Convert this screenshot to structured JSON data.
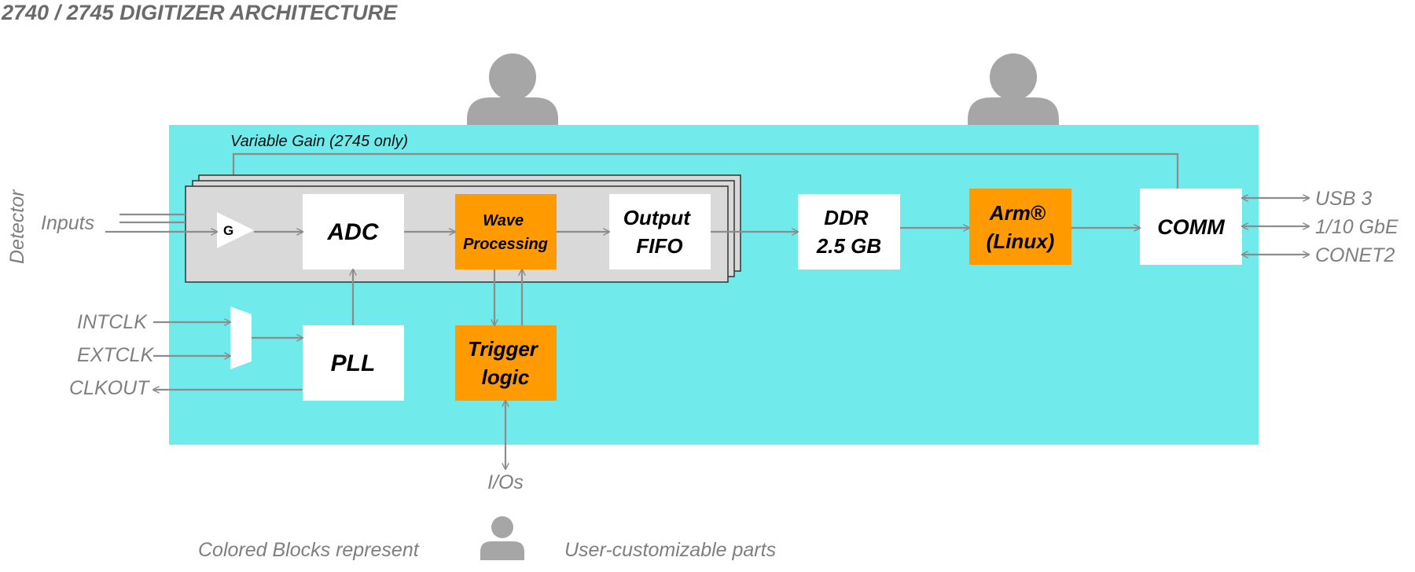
{
  "title": "2740 / 2745 DIGITIZER ARCHITECTURE",
  "side_label": "Detector",
  "inputs_label": "Inputs",
  "variable_gain_label": "Variable Gain (2745 only)",
  "gain_symbol": "G",
  "blocks": {
    "adc": "ADC",
    "wave_processing": [
      "Wave",
      "Processing"
    ],
    "output_fifo": [
      "Output",
      "FIFO"
    ],
    "ddr": [
      "DDR",
      "2.5 GB"
    ],
    "arm": [
      "Arm®",
      "(Linux)"
    ],
    "comm": "COMM",
    "pll": "PLL",
    "trigger_logic": [
      "Trigger",
      "logic"
    ]
  },
  "clock_signals": [
    "INTCLK",
    "EXTCLK",
    "CLKOUT"
  ],
  "io_label": "I/Os",
  "comm_ports": [
    "USB 3",
    "1/10 GbE",
    "CONET2"
  ],
  "legend": {
    "left": "Colored Blocks represent",
    "right": "User-customizable parts"
  },
  "colors": {
    "board": "#70eaea",
    "customizable_block": "#ff9b00",
    "standard_block": "#ffffff",
    "channel_stack": "#d9d9d9",
    "user_icon": "#a6a6a6",
    "connector": "#8c8c8c"
  },
  "icons": [
    "user-icon",
    "user-icon",
    "user-icon"
  ]
}
